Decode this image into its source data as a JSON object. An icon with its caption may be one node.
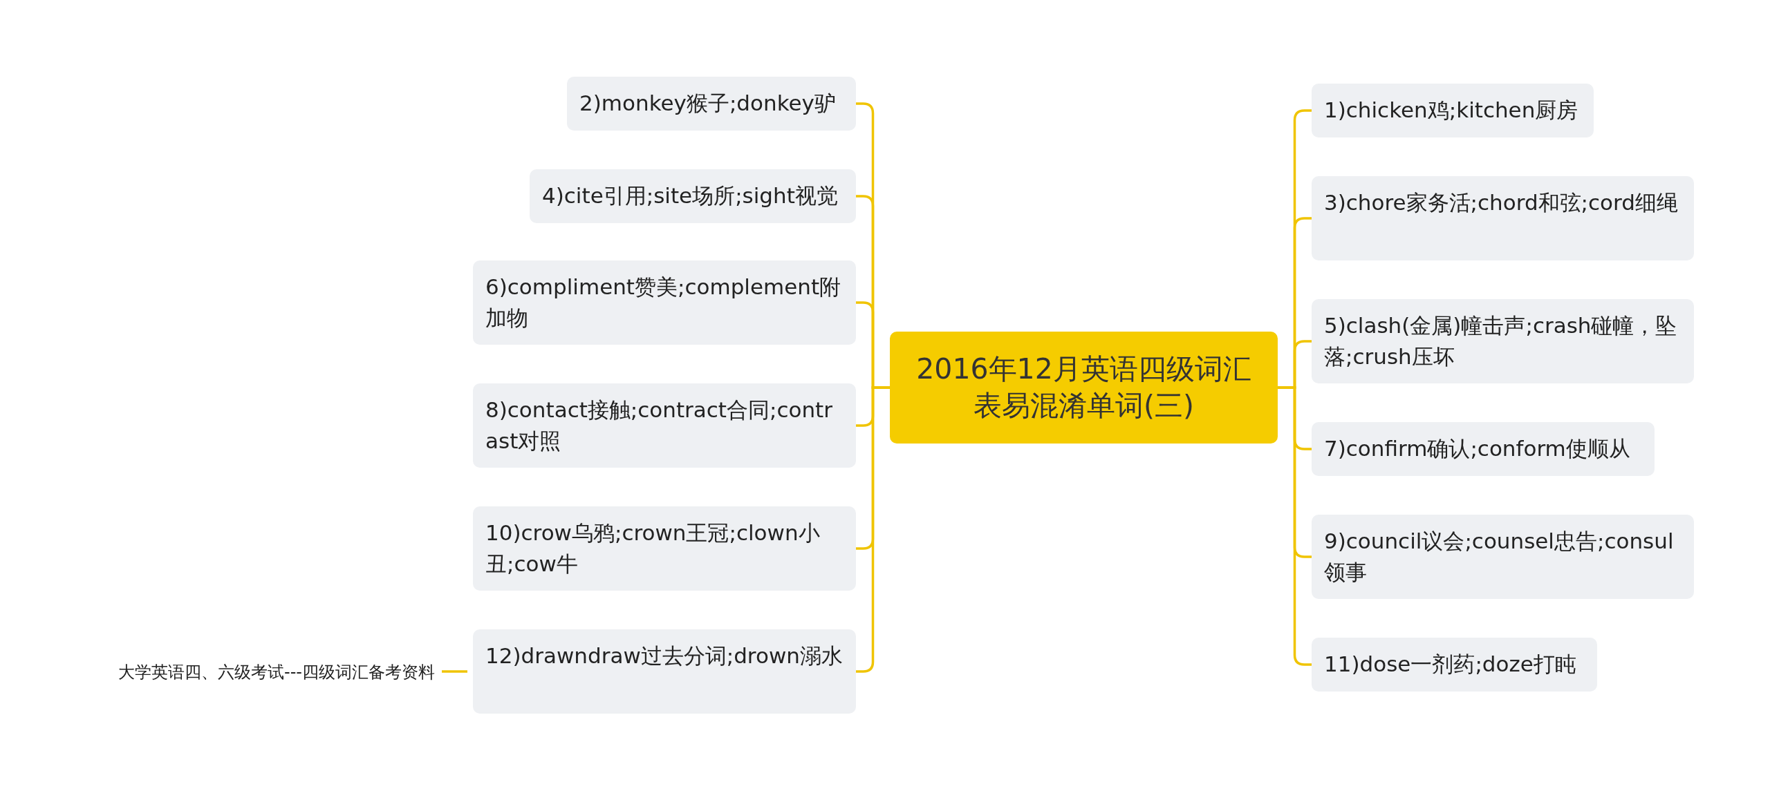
{
  "diagram": {
    "nodes": [
      {
        "text": [
          "2016年12月英语四级词汇表易混淆单词(三)"
        ]
      },
      {
        "text": [
          "1)chicken鸡;kitchen厨房"
        ]
      },
      {
        "text": [
          "2)monkey猴子;donkey驴"
        ]
      },
      {
        "text": [
          "3)chore家务活;chord和弦;cord细绳"
        ]
      },
      {
        "text": [
          "4)cite引用;site场所;sight视觉"
        ]
      },
      {
        "text": [
          "5)clash(金属)幢击声;crash碰幢，坠落;crush压坏"
        ]
      },
      {
        "text": [
          "6)compliment赞美;complement附加物"
        ]
      },
      {
        "text": [
          "7)confirm确认;conform使顺从"
        ]
      },
      {
        "text": [
          "8)contact接触;contract合同;contrast对照"
        ]
      },
      {
        "text": [
          "9)council议会;counsel忠告;consul领事"
        ]
      },
      {
        "text": [
          "10)crow乌鸦;crown王冠;clown小丑;cow牛"
        ]
      },
      {
        "text": [
          "11)dose一剂药;doze打盹"
        ]
      },
      {
        "text": [
          "12)drawndraw过去分词;drown溺水"
        ]
      },
      {
        "text": [
          "大学英语四、六级考试---四级词汇备考资料"
        ]
      }
    ],
    "edges": [
      {
        "from": 0,
        "to": 1,
        "arrow": "none"
      },
      {
        "from": 0,
        "to": 2,
        "arrow": "none"
      },
      {
        "from": 0,
        "to": 3,
        "arrow": "none"
      },
      {
        "from": 0,
        "to": 4,
        "arrow": "none"
      },
      {
        "from": 0,
        "to": 5,
        "arrow": "none"
      },
      {
        "from": 0,
        "to": 6,
        "arrow": "none"
      },
      {
        "from": 0,
        "to": 7,
        "arrow": "none"
      },
      {
        "from": 0,
        "to": 8,
        "arrow": "none"
      },
      {
        "from": 0,
        "to": 9,
        "arrow": "none"
      },
      {
        "from": 0,
        "to": 10,
        "arrow": "none"
      },
      {
        "from": 0,
        "to": 11,
        "arrow": "none"
      },
      {
        "from": 0,
        "to": 12,
        "arrow": "none"
      },
      {
        "from": 12,
        "to": 13,
        "arrow": "none"
      }
    ]
  }
}
